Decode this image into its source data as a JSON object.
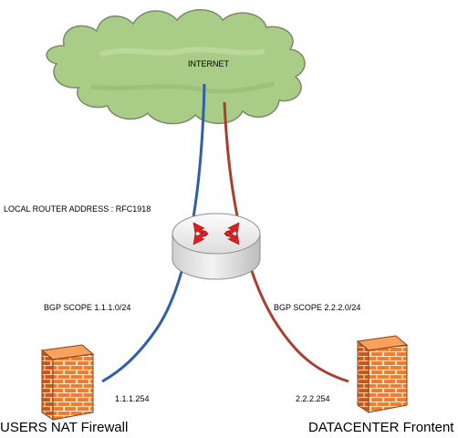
{
  "colors": {
    "cloud_fill": "#a9cc86",
    "cloud_stroke": "#7a8a6a",
    "link_users": "#2f5fa8",
    "link_datacenter": "#a8402f",
    "router_body": "#e8e8e8",
    "router_arrows": "#e02020",
    "firewall_brick": "#f07a2a"
  },
  "icons": {
    "internet": "cloud-icon",
    "router": "router-icon",
    "users_firewall": "firewall-icon",
    "datacenter_firewall": "firewall-icon"
  },
  "labels": {
    "internet": "INTERNET",
    "router_address": "LOCAL ROUTER ADDRESS : RFC1918",
    "bgp_users": "BGP SCOPE 1.1.1.0/24",
    "bgp_datacenter": "BGP SCOPE 2.2.2.0/24",
    "ip_users": "1.1.1.254",
    "ip_datacenter": "2.2.2.254",
    "users_firewall": "USERS NAT Firewall",
    "datacenter_firewall": "DATACENTER Frontent"
  }
}
